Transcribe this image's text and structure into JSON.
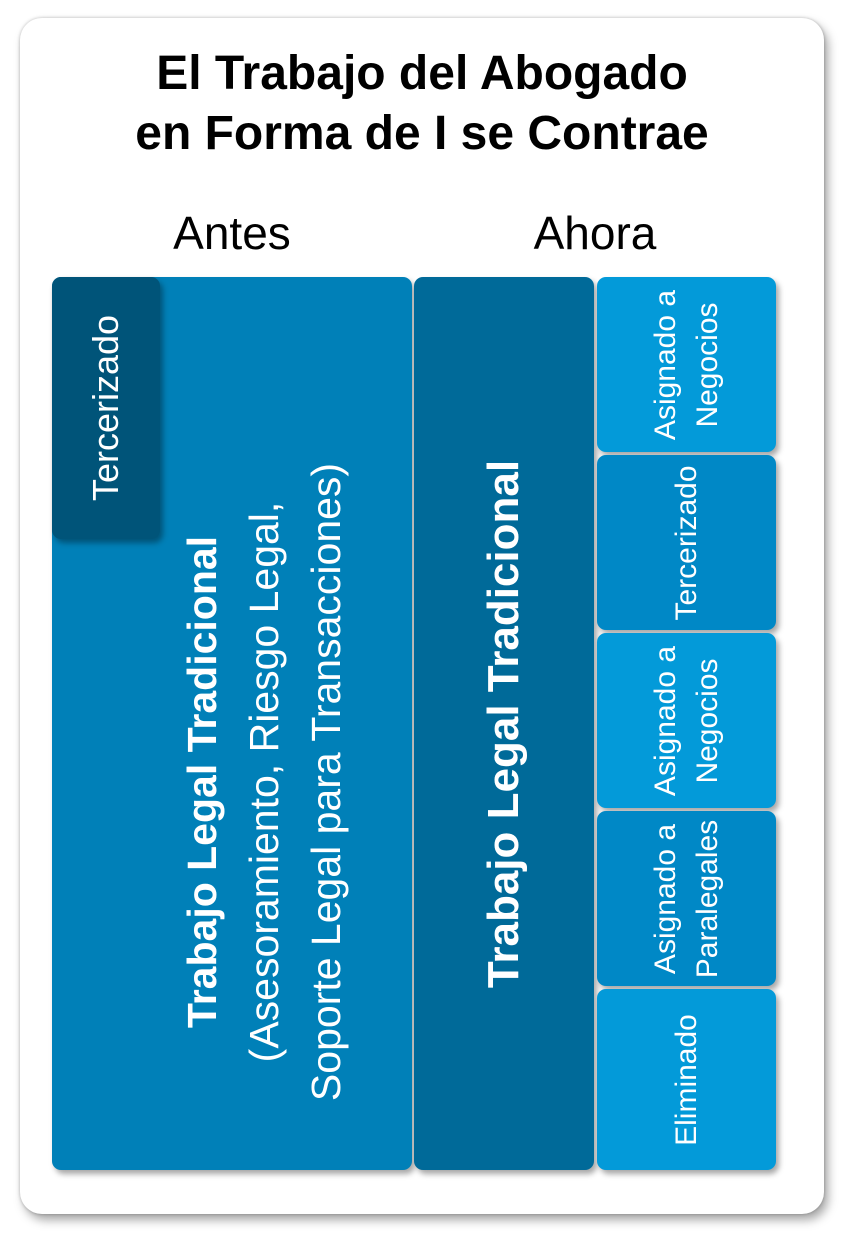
{
  "title_line1": "El Trabajo del Abogado",
  "title_line2": "en Forma de I se Contrae",
  "columns": {
    "before": "Antes",
    "now": "Ahora"
  },
  "before": {
    "outsourced": "Tercerizado",
    "traditional_line1": "Trabajo Legal Tradicional",
    "traditional_line2": "(Asesoramiento, Riesgo Legal,",
    "traditional_line3": "Soporte Legal para Transacciones)"
  },
  "now": {
    "traditional": "Trabajo Legal Tradicional",
    "segments": [
      {
        "line1": "Asignado a",
        "line2": "Negocios"
      },
      {
        "line1": "Tercerizado",
        "line2": ""
      },
      {
        "line1": "Asignado a",
        "line2": "Negocios"
      },
      {
        "line1": "Asignado a",
        "line2": "Paralegales"
      },
      {
        "line1": "Eliminado",
        "line2": ""
      }
    ]
  },
  "colors": {
    "before_main": "#0080b8",
    "outsourced_dark": "#005479",
    "now_main": "#006a99",
    "segment_light": "#039ad9",
    "segment_mid": "#0088c6"
  }
}
